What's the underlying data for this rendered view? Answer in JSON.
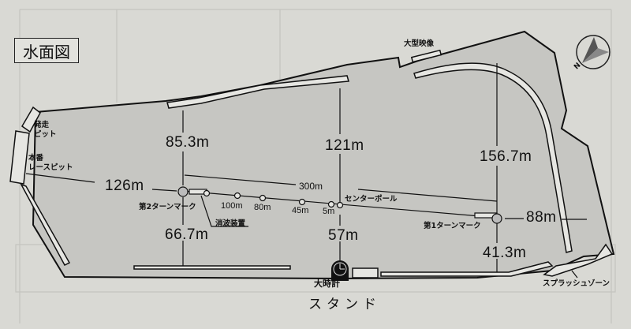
{
  "title": "水面図",
  "colors": {
    "paper": "#d9d9d4",
    "water": "#c6c6c2",
    "line": "#111111",
    "barrier_fill": "#e6e6e2"
  },
  "labels": {
    "start_pit": [
      "発走",
      "ピット"
    ],
    "race_pit": [
      "本番",
      "レースピット"
    ],
    "big_screen": "大型映像",
    "second_turn_mark": "第2ターンマーク",
    "first_turn_mark": "第1ターンマーク",
    "wave_absorber": "消波装置",
    "center_pole": "センターポール",
    "big_clock": "大時計",
    "stand": "スタンド",
    "splash_zone": "スプラッシュゾーン"
  },
  "distances": {
    "to_back_2nd": "85.3m",
    "to_back_center": "121m",
    "to_back_1st": "156.7m",
    "pit_to_2nd": "126m",
    "between_marks": "300m",
    "first_to_wall": "88m",
    "front_2nd": "66.7m",
    "front_center": "57m",
    "front_1st": "41.3m"
  },
  "start_markers": [
    "100m",
    "80m",
    "45m",
    "5m"
  ],
  "compass": {
    "north_label": "N"
  }
}
